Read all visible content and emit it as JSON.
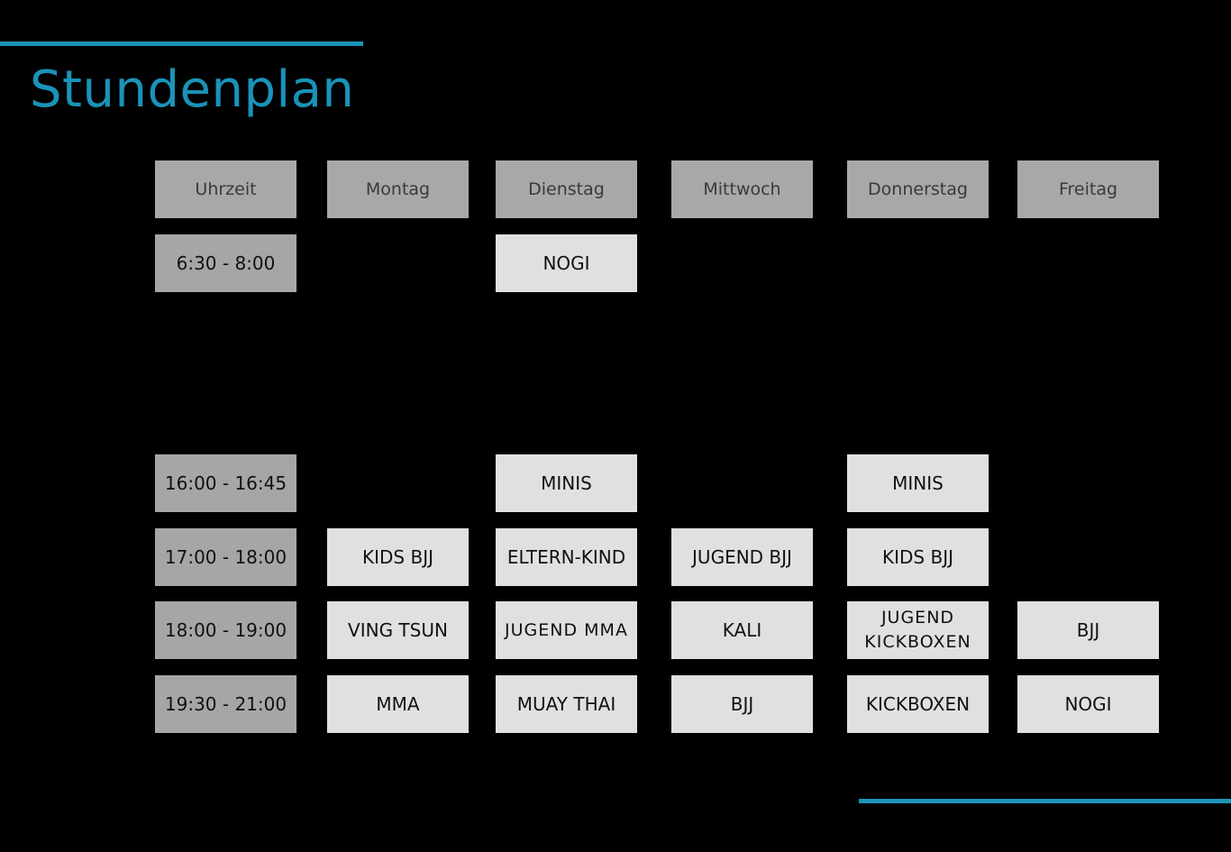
{
  "title": "Stundenplan",
  "colors": {
    "background": "#000000",
    "accent": "#1a93b8",
    "header_cell": "#a8a8a8",
    "time_cell": "#a6a6a6",
    "class_cell": "#e0e0e0"
  },
  "headers": [
    "Uhrzeit",
    "Montag",
    "Dienstag",
    "Mittwoch",
    "Donnerstag",
    "Freitag"
  ],
  "rows": [
    {
      "time": "6:30 - 8:00",
      "classes": [
        "",
        "NOGI",
        "",
        "",
        ""
      ]
    },
    {
      "time": "16:00 - 16:45",
      "classes": [
        "",
        "MINIS",
        "",
        "MINIS",
        ""
      ]
    },
    {
      "time": "17:00 - 18:00",
      "classes": [
        "KIDS BJJ",
        "ELTERN-KIND",
        "JUGEND BJJ",
        "KIDS BJJ",
        ""
      ]
    },
    {
      "time": "18:00 - 19:00",
      "classes": [
        "VING TSUN",
        "JUGEND MMA",
        "KALI",
        "JUGEND KICKBOXEN",
        "BJJ"
      ]
    },
    {
      "time": "19:30 - 21:00",
      "classes": [
        "MMA",
        "MUAY THAI",
        "BJJ",
        "KICKBOXEN",
        "NOGI"
      ]
    }
  ]
}
